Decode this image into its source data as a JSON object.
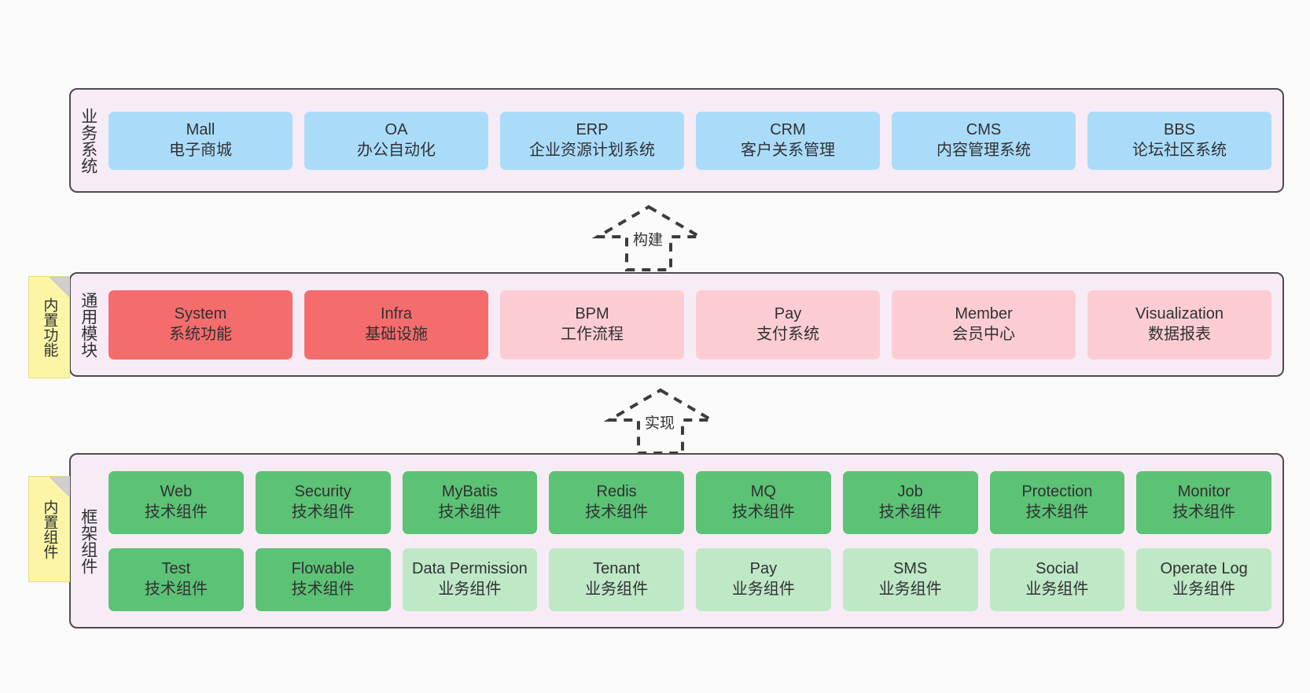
{
  "diagram": {
    "background_color": "#fafafa",
    "panel_color": "#f7ebf6",
    "panel_border_color": "#4c4c4c"
  },
  "notes": [
    {
      "id": "builtin-functions",
      "label": "内置功能",
      "color": "#fbf5a5"
    },
    {
      "id": "builtin-components",
      "label": "内置组件",
      "color": "#fbf5a5"
    }
  ],
  "connectors": [
    {
      "id": "build",
      "label": "构建",
      "style": "dashed-generalization-up"
    },
    {
      "id": "implement",
      "label": "实现",
      "style": "dashed-generalization-up"
    }
  ],
  "layers": [
    {
      "id": "business",
      "title": "业务系统",
      "accent": "#aadcfa",
      "rows": [
        {
          "cards": [
            {
              "name": "Mall",
              "sub": "电子商城",
              "color": "#aadcfa"
            },
            {
              "name": "OA",
              "sub": "办公自动化",
              "color": "#aadcfa"
            },
            {
              "name": "ERP",
              "sub": "企业资源计划系统",
              "color": "#aadcfa"
            },
            {
              "name": "CRM",
              "sub": "客户关系管理",
              "color": "#aadcfa"
            },
            {
              "name": "CMS",
              "sub": "内容管理系统",
              "color": "#aadcfa"
            },
            {
              "name": "BBS",
              "sub": "论坛社区系统",
              "color": "#aadcfa"
            }
          ]
        }
      ]
    },
    {
      "id": "modules",
      "title": "通用模块",
      "accent": "#f56c6c",
      "rows": [
        {
          "cards": [
            {
              "name": "System",
              "sub": "系统功能",
              "color": "#f56c6c"
            },
            {
              "name": "Infra",
              "sub": "基础设施",
              "color": "#f56c6c"
            },
            {
              "name": "BPM",
              "sub": "工作流程",
              "color": "#fbcdd2"
            },
            {
              "name": "Pay",
              "sub": "支付系统",
              "color": "#fbcdd2"
            },
            {
              "name": "Member",
              "sub": "会员中心",
              "color": "#fbcdd2"
            },
            {
              "name": "Visualization",
              "sub": "数据报表",
              "color": "#fbcdd2"
            }
          ]
        }
      ]
    },
    {
      "id": "framework",
      "title": "框架组件",
      "accent": "#5cc275",
      "rows": [
        {
          "cards": [
            {
              "name": "Web",
              "sub": "技术组件",
              "color": "#5cc275"
            },
            {
              "name": "Security",
              "sub": "技术组件",
              "color": "#5cc275"
            },
            {
              "name": "MyBatis",
              "sub": "技术组件",
              "color": "#5cc275"
            },
            {
              "name": "Redis",
              "sub": "技术组件",
              "color": "#5cc275"
            },
            {
              "name": "MQ",
              "sub": "技术组件",
              "color": "#5cc275"
            },
            {
              "name": "Job",
              "sub": "技术组件",
              "color": "#5cc275"
            },
            {
              "name": "Protection",
              "sub": "技术组件",
              "color": "#5cc275"
            },
            {
              "name": "Monitor",
              "sub": "技术组件",
              "color": "#5cc275"
            }
          ]
        },
        {
          "cards": [
            {
              "name": "Test",
              "sub": "技术组件",
              "color": "#5cc275"
            },
            {
              "name": "Flowable",
              "sub": "技术组件",
              "color": "#5cc275"
            },
            {
              "name": "Data Permission",
              "sub": "业务组件",
              "color": "#bfe8c6"
            },
            {
              "name": "Tenant",
              "sub": "业务组件",
              "color": "#bfe8c6"
            },
            {
              "name": "Pay",
              "sub": "业务组件",
              "color": "#bfe8c6"
            },
            {
              "name": "SMS",
              "sub": "业务组件",
              "color": "#bfe8c6"
            },
            {
              "name": "Social",
              "sub": "业务组件",
              "color": "#bfe8c6"
            },
            {
              "name": "Operate Log",
              "sub": "业务组件",
              "color": "#bfe8c6"
            }
          ]
        }
      ]
    }
  ]
}
